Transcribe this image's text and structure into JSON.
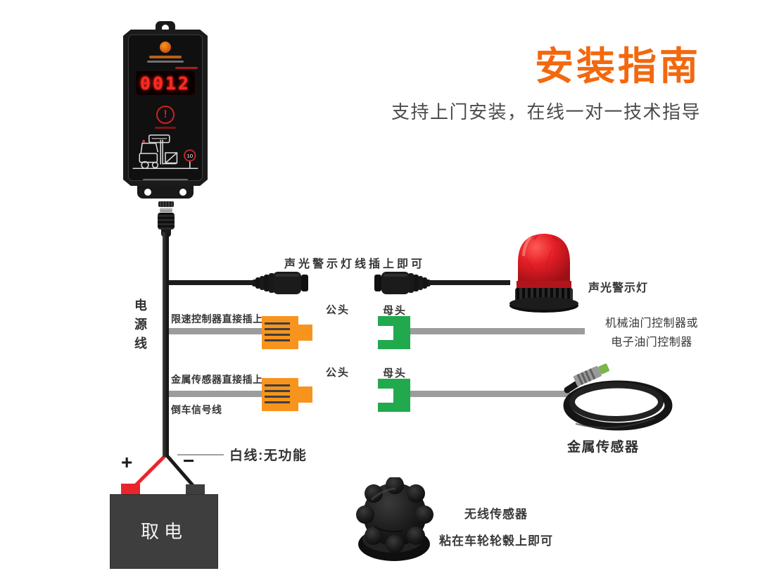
{
  "header": {
    "title": "安装指南",
    "subtitle": "支持上门安装，在线一对一技术指导"
  },
  "device": {
    "display_value": "0012",
    "warning_symbol": "!",
    "speed_sign_value": "10"
  },
  "power_cable": {
    "label": "电源线"
  },
  "warning_lamp_row": {
    "note": "声光警示灯线插上即可",
    "beacon_label": "声光警示灯"
  },
  "speed_controller_row": {
    "note": "限速控制器直接插上",
    "male_label": "公头",
    "female_label": "母头",
    "target_line1": "机械油门控制器或",
    "target_line2": "电子油门控制器"
  },
  "metal_sensor_row": {
    "note": "金属传感器直接插上",
    "reverse_signal_label": "倒车信号线",
    "male_label": "公头",
    "female_label": "母头",
    "sensor_label": "金属传感器"
  },
  "power_section": {
    "white_wire_note": "白线:无功能",
    "positive_sign": "+",
    "negative_sign": "−",
    "battery_label": "取电"
  },
  "wireless_sensor": {
    "line1": "无线传感器",
    "line2": "粘在车轮轮毂上即可"
  },
  "colors": {
    "accent_orange": "#F3680E",
    "male_connector_orange": "#F7941E",
    "female_connector_green": "#21A94D",
    "wire_gray": "#9C9C9C",
    "wire_black": "#1C1C1C",
    "beacon_red": "#E31E26",
    "battery_positive_red": "#E8252C",
    "led_red": "#FF2A21"
  }
}
